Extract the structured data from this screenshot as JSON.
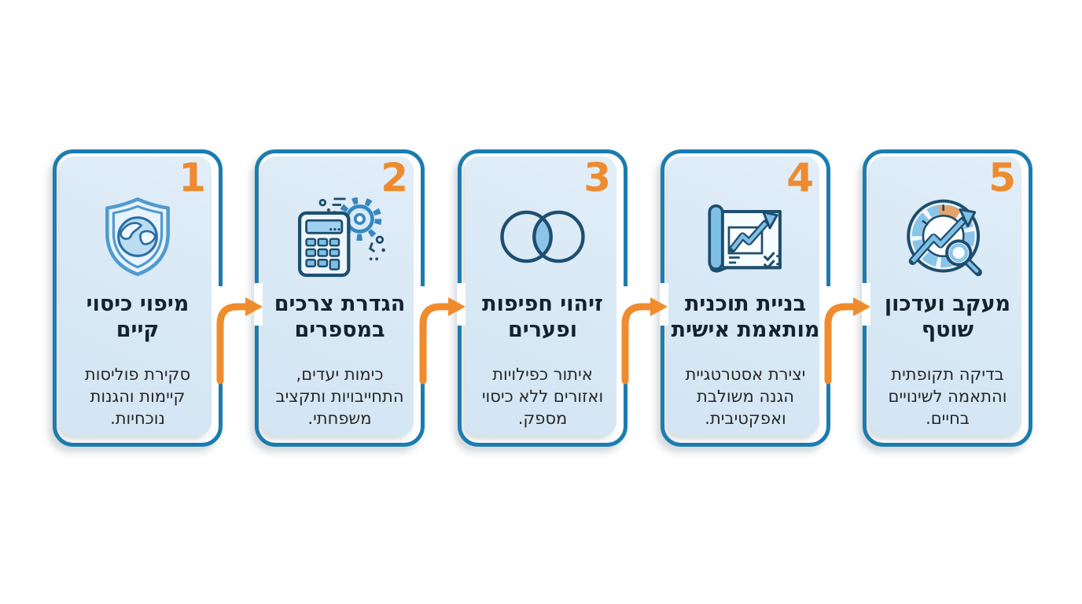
{
  "infographic": {
    "language": "hebrew",
    "direction": "rtl",
    "type": "5-step-process"
  },
  "colors": {
    "accent_orange": "#ee8a2f",
    "arrow_orange": "#ef8c2e",
    "card_border_blue": "#1b7cb0",
    "card_fill_blue": "#d9e8f5",
    "icon_navy": "#1d4e6e",
    "icon_mid_blue": "#3787be",
    "icon_light_blue": "#7fbfe6",
    "title_color": "#14222c",
    "body_color": "#272727",
    "background": "#ffffff"
  },
  "steps": [
    {
      "number": "1",
      "title": "מיפוי כיסוי קיים",
      "description": "סקירת פוליסות קיימות והגנות נוכחיות.",
      "icon": "shield-globe-icon"
    },
    {
      "number": "2",
      "title": "הגדרת צרכים במספרים",
      "description": "כימות יעדים, התחייבויות ותקציב משפחתי.",
      "icon": "calculator-gear-icon"
    },
    {
      "number": "3",
      "title": "זיהוי חפיפות ופערים",
      "description": "איתור כפילויות ואזורים ללא כיסוי מספק.",
      "icon": "venn-diagram-icon"
    },
    {
      "number": "4",
      "title": "בניית תוכנית מותאמת אישית",
      "description": "יצירת אסטרטגיית הגנה משולבת ואפקטיבית.",
      "icon": "plan-chart-icon"
    },
    {
      "number": "5",
      "title": "מעקב ועדכון שוטף",
      "description": "בדיקה תקופתית והתאמה לשינויים בחיים.",
      "icon": "gauge-magnifier-icon"
    }
  ]
}
